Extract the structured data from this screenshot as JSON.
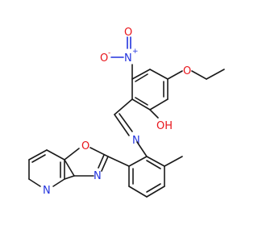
{
  "molecule": {
    "atoms": {
      "nitro_n": "N",
      "nitro_n_charge": "+",
      "nitro_o_top": "O",
      "nitro_o_left": "O",
      "nitro_o_left_charge": "-",
      "ether_o": "O",
      "phenol": "OH",
      "imine_n": "N",
      "oxazole_o": "O",
      "oxazole_n": "N",
      "pyridine_n": "N"
    },
    "colors": {
      "oxygen": "#e8151b",
      "nitrogen": "#2233dd",
      "carbon": "#1a1a1a"
    }
  }
}
